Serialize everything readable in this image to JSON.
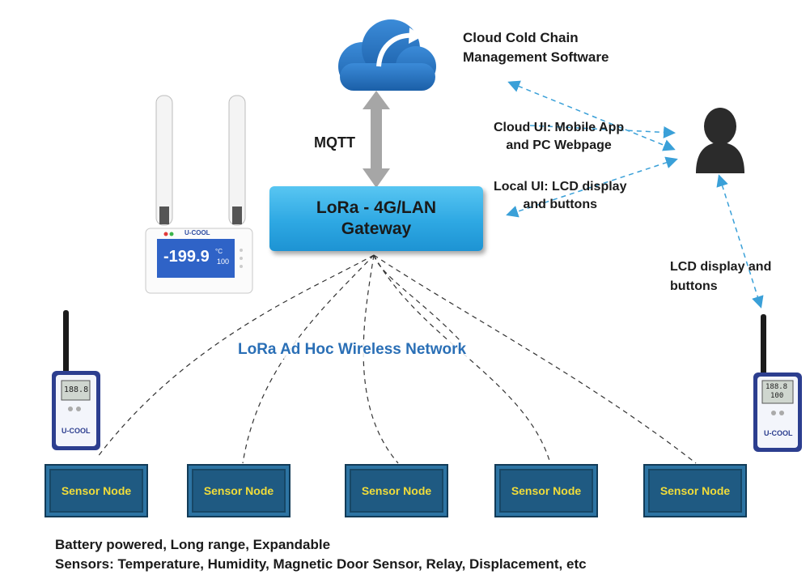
{
  "cloud": {
    "title_line1": "Cloud Cold Chain",
    "title_line2": "Management Software"
  },
  "protocol_label": "MQTT",
  "gateway": {
    "line1": "LoRa - 4G/LAN",
    "line2": "Gateway"
  },
  "cloud_ui": {
    "line1": "Cloud UI: Mobile App",
    "line2": "and PC Webpage"
  },
  "local_ui": {
    "line1": "Local UI: LCD display",
    "line2": "and buttons"
  },
  "lcd_label": {
    "line1": "LCD display and",
    "line2": "buttons"
  },
  "network_label": "LoRa Ad Hoc Wireless Network",
  "sensor_nodes": [
    "Sensor Node",
    "Sensor Node",
    "Sensor Node",
    "Sensor Node",
    "Sensor Node"
  ],
  "device_gateway": {
    "brand": "U-COOL",
    "reading": "-199.9",
    "unit": "°C",
    "secondary": "100"
  },
  "device_left": {
    "brand": "U-COOL",
    "reading": "188.8"
  },
  "device_right": {
    "brand": "U-COOL",
    "reading_top": "188.8",
    "reading_bottom": "100"
  },
  "footer": {
    "line1": "Battery powered, Long range, Expandable",
    "line2": "Sensors: Temperature, Humidity, Magnetic Door Sensor, Relay, Displacement, etc"
  },
  "colors": {
    "gateway_fill": "#2ea8e3",
    "node_fill": "#1f5a82",
    "node_text": "#f0dc3a",
    "network_label": "#2a6fb6",
    "dashed_arrow": "#3aa0d8",
    "cloud": "#1f6fbf"
  }
}
